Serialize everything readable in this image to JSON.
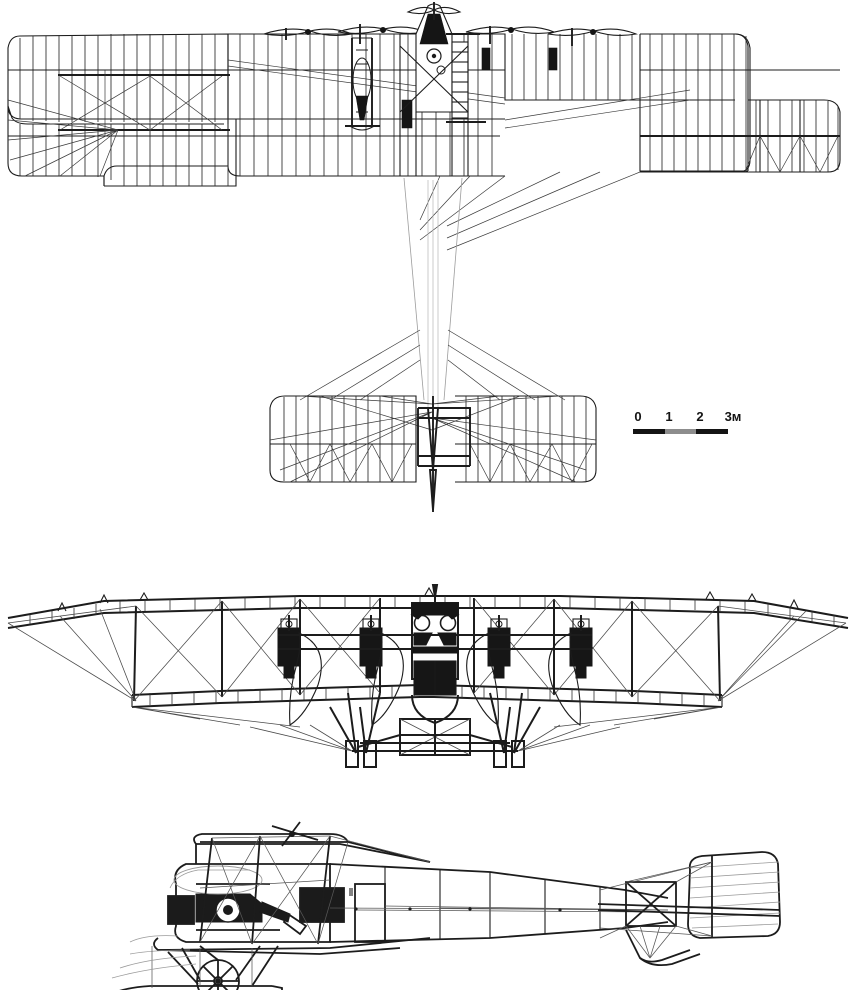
{
  "document": {
    "kind": "technical-line-drawing",
    "subject": "Four-engine biplane three-view general arrangement drawing",
    "background_color": "#ffffff",
    "ink_color": "#1a1a1a",
    "light_ink_color": "#9a9a9a",
    "mid_ink_color": "#555555"
  },
  "scale_bar": {
    "name": "scale-bar",
    "ticks": [
      "0",
      "1",
      "2",
      "3м"
    ],
    "unit_suffix": "м",
    "segments": 3,
    "bar_color": "#141414"
  },
  "views": [
    {
      "id": "plan-view",
      "label": "Plan view (top)",
      "features": [
        "upper wing with rib tapes",
        "lower wing extensions",
        "four tractor propellers",
        "cockpit nose glazing",
        "fuselage boom",
        "horizontal stabilizer",
        "rudder",
        "bracing wires"
      ]
    },
    {
      "id": "front-view",
      "label": "Front elevation",
      "features": [
        "biplane cellule with X-braced bays",
        "four engine nacelles",
        "four propellers",
        "twin main landing gear units",
        "upper wing overhang",
        "dihedral lower wing"
      ]
    },
    {
      "id": "side-view",
      "label": "Side elevation",
      "features": [
        "cabin fuselage with windows",
        "entry door",
        "engine and radiator",
        "main wheel",
        "skid",
        "tail boom",
        "vertical fin and rudder",
        "horizontal stabilizer"
      ]
    }
  ],
  "counts": {
    "engines": 4,
    "propellers": 4,
    "main_wheels": 4,
    "side_view_windows": 1
  }
}
